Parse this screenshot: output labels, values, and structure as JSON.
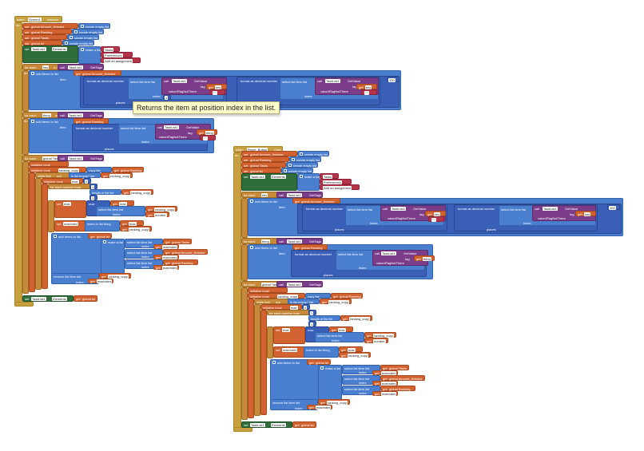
{
  "tooltip": "Returns the item at position index in the list.",
  "labels": {
    "when": "when",
    "do": "do",
    "set": "set",
    "to": "to",
    "get": "get",
    "call": "call",
    "for_each": "for each",
    "in_list": "in list",
    "item": "item",
    "add_items_to_list": "add items to list",
    "list_lbl": "list",
    "create_empty_list": "create empty list",
    "make_a_list": "make a list",
    "format_decimal": "format as decimal number",
    "select_list_item": "select list item list",
    "index": "index",
    "places": "places",
    "tag": "tag",
    "value_if_tag_not_there": "valueIfTagNotThere",
    "get_value": "GetValue",
    "get_tags": "GetTags",
    "initialize_local": "initialize local",
    "copy_list": "copy list",
    "while_test": "while test",
    "is_list_empty": "is list empty? list",
    "for_each_number_from": "for each number from",
    "length_of_list": "length of list list",
    "by": "by",
    "in_do": "in",
    "max": "max",
    "index_in_list": "index in list thing",
    "remove_list_item": "remove list item list",
    "not": "not"
  },
  "components": {
    "screen1": "Screen1",
    "init": "Initialize",
    "reset_button": "Reset_Button",
    "click": "Click",
    "tinydb": "TaskList1 ",
    "elements": "Elements"
  },
  "variables": {
    "amount_finished": "global Amount_finished",
    "ranking": "global Ranking",
    "tasks": "global Tasks",
    "lst": "global lst",
    "key": "key",
    "thing": "thing",
    "text": "text",
    "ranking_copy": "ranking_copy",
    "maxIndex": "maxIndex",
    "number": "number",
    "max": "max"
  },
  "text_values": {
    "tasks": "Tasks",
    "preferences": "Preferences",
    "add_assignment": "Add an assignment",
    "empty": " \" \" ",
    "amount_tag": "Tasks",
    "n100": "100",
    "n1": "1",
    "n0": "0",
    "n2": "2"
  }
}
